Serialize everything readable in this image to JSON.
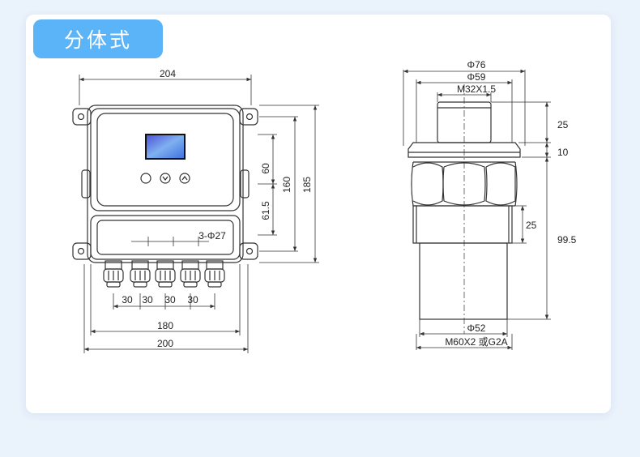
{
  "header": {
    "title": "分体式"
  },
  "controller": {
    "width_top": "204",
    "height_outer": "185",
    "height_mid": "160",
    "height_upper": "60",
    "height_lower": "61.5",
    "hole_spec": "3-Φ27",
    "gland_spacing": [
      "30",
      "30",
      "30",
      "30"
    ],
    "width_inner": "180",
    "width_bottom": "200"
  },
  "sensor": {
    "dia_flange": "Φ76",
    "dia_cap": "Φ59",
    "thread_top": "M32X1.5",
    "h_cap": "25",
    "h_flange": "10",
    "h_thread": "25",
    "h_total": "99.5",
    "dia_body": "Φ52",
    "thread_bottom": "M60X2 或G2A"
  },
  "colors": {
    "badge": "#5ab4f7",
    "screen": "#3d6fe0",
    "card": "#ffffff",
    "page": "#eaf2fb"
  }
}
